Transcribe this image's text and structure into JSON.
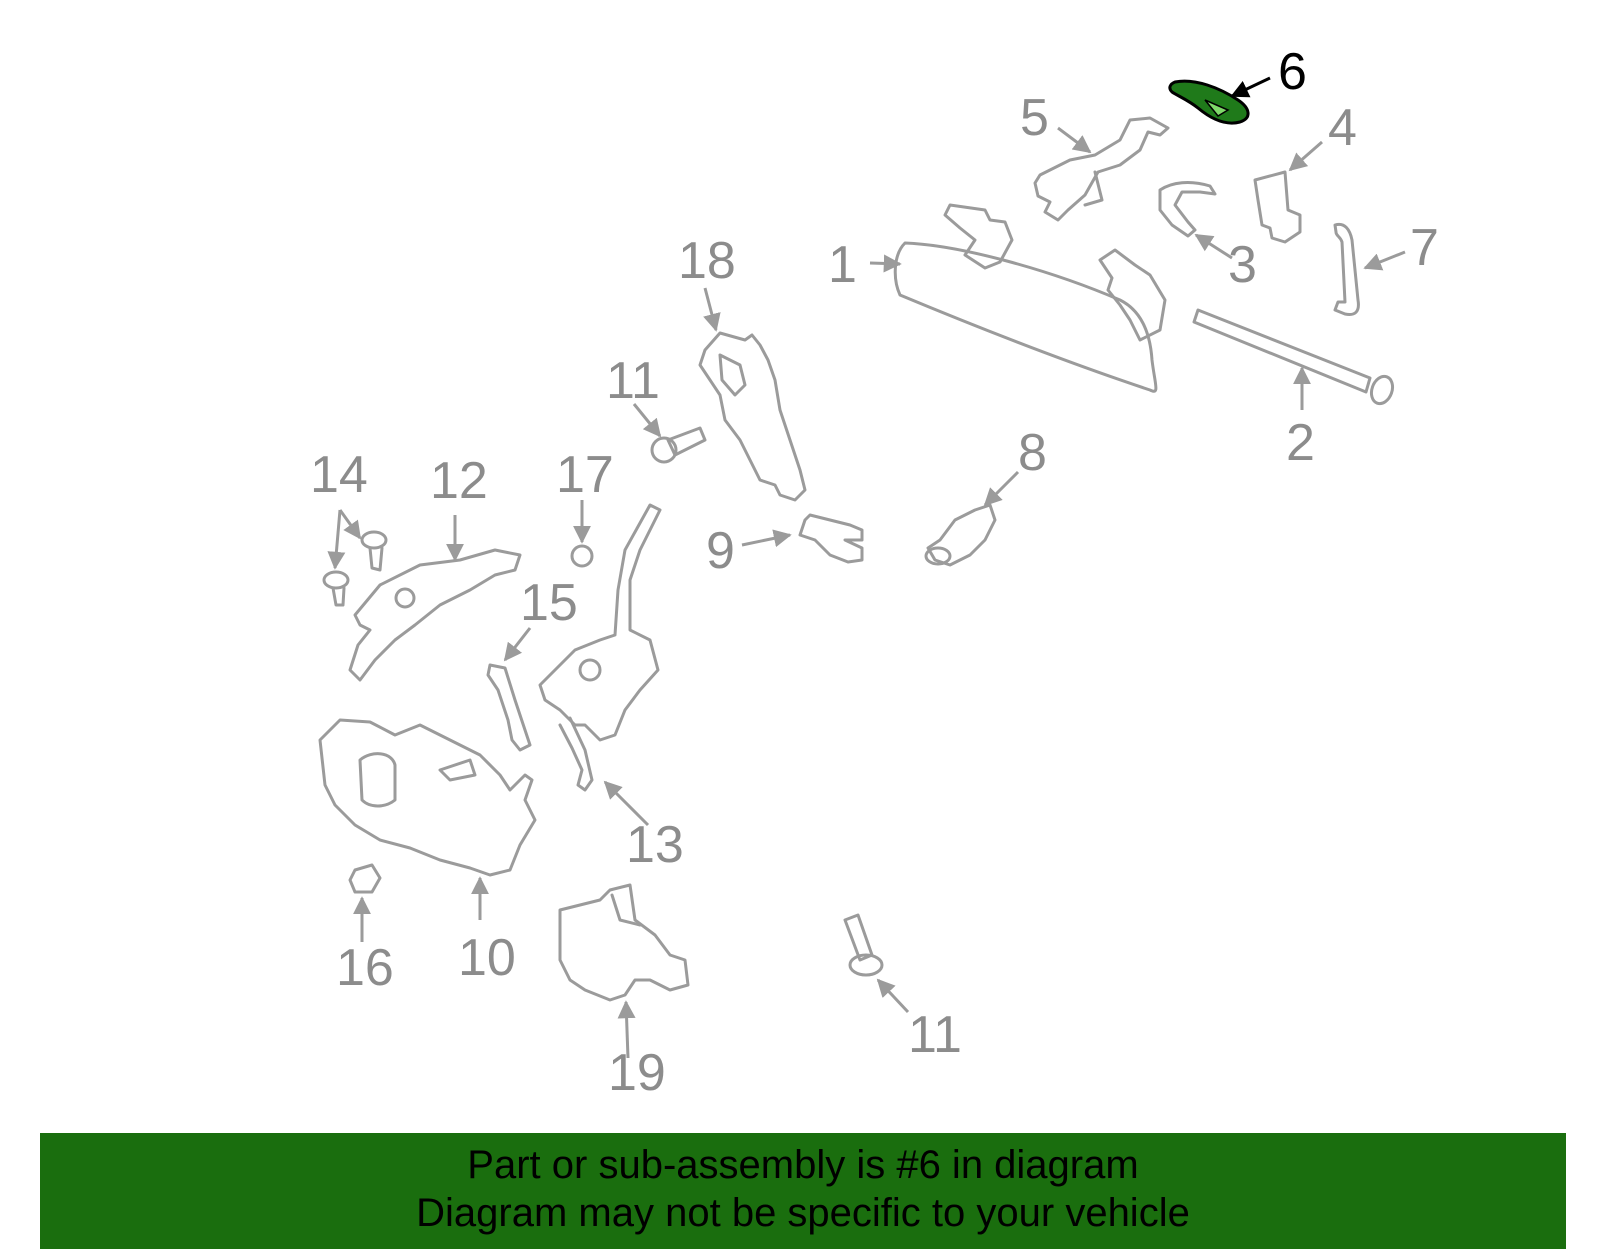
{
  "diagram": {
    "highlight_color": "#1f7a1a",
    "part_color": "#9b9b9b",
    "callouts": {
      "c1": "1",
      "c2": "2",
      "c3": "3",
      "c4": "4",
      "c5": "5",
      "c6": "6",
      "c7": "7",
      "c8": "8",
      "c9": "9",
      "c10": "10",
      "c11a": "11",
      "c11b": "11",
      "c12": "12",
      "c13": "13",
      "c14": "14",
      "c15": "15",
      "c16": "16",
      "c17": "17",
      "c18": "18",
      "c19": "19"
    },
    "highlighted_part": "6"
  },
  "banner": {
    "background": "#1a6e0e",
    "line1": "Part or sub-assembly is #6 in diagram",
    "line2": "Diagram may not be specific to your vehicle"
  }
}
